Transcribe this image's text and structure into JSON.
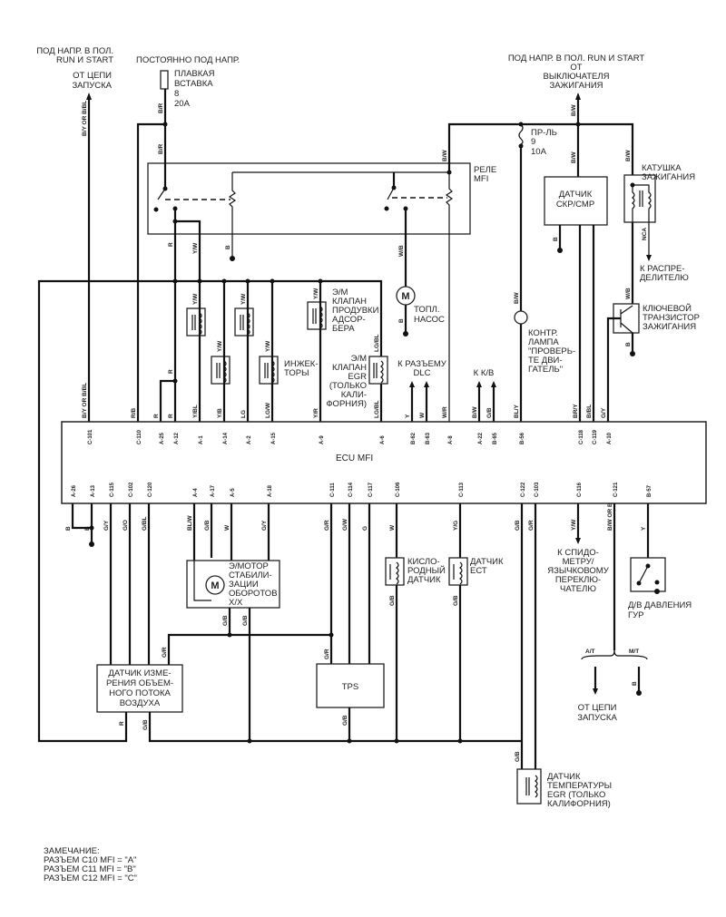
{
  "diagram": {
    "title_ecu": "ECU MFI",
    "relay_label": [
      "РЕЛЕ",
      "MFI"
    ],
    "power_sources": {
      "left_run_start": [
        "ПОД НАПР. В ПОЛ.",
        "RUN И START"
      ],
      "left_from": [
        "ОТ ЦЕПИ",
        "ЗАПУСКА"
      ],
      "constant": "ПОСТОЯННО ПОД НАПР.",
      "fusible_link": [
        "ПЛАВКАЯ",
        "ВСТАВКА",
        "8",
        "20A"
      ],
      "right_run_start": [
        "ПОД НАПР. В ПОЛ. RUN И START",
        "ОТ",
        "ВЫКЛЮЧАТЕЛЯ",
        "ЗАЖИГАНИЯ"
      ],
      "fuse": [
        "ПР-ЛЬ",
        "9",
        "10A"
      ]
    },
    "components": {
      "ckp_cmp": [
        "ДАТЧИК",
        "СКР/СМР"
      ],
      "ignition_coil": [
        "КАТУШКА",
        "ЗАЖИГАНИЯ"
      ],
      "to_distributor": [
        "К РАСПРЕ-",
        "ДЕЛИТЕЛЮ"
      ],
      "transistor": [
        "КЛЮЧЕВОЙ",
        "ТРАНЗИСТОР",
        "ЗАЖИГАНИЯ"
      ],
      "check_lamp": [
        "КОНТР.",
        "ЛАМПА",
        "\"ПРОВЕРЬ-",
        "ТЕ ДВИ-",
        "ГАТЕЛЬ\""
      ],
      "fuel_pump": [
        "ТОПЛ.",
        "НАСОС"
      ],
      "purge_valve": [
        "Э/М",
        "КЛАПАН",
        "ПРОДУВКИ",
        "АДСОР-",
        "БЕРА"
      ],
      "injectors": [
        "ИНЖЕК-",
        "ТОРЫ"
      ],
      "egr_valve": [
        "Э/М",
        "КЛАПАН",
        "EGR",
        "(ТОЛЬКО",
        "КАЛИ-",
        "ФОРНИЯ)"
      ],
      "dlc": [
        "К РАЗЪЕМУ",
        "DLC"
      ],
      "ac": "К К/В",
      "iac_motor": [
        "Э/МОТОР",
        "СТАБИЛИ-",
        "ЗАЦИИ",
        "ОБОРОТОВ",
        "X/X"
      ],
      "o2_sensor": [
        "КИСЛО-",
        "РОДНЫЙ",
        "ДАТЧИК"
      ],
      "ect_sensor": [
        "ДАТЧИК",
        "ЕСТ"
      ],
      "speedometer": [
        "К СПИДО-",
        "МЕТРУ/",
        "ЯЗЫЧКОВОМУ",
        "ПЕРЕКЛЮ-",
        "ЧАТЕЛЮ"
      ],
      "ps_switch": [
        "Д/В ДАВЛЕНИЯ",
        "ГУР"
      ],
      "maf": [
        "ДАТЧИК ИЗМЕ-",
        "РЕНИЯ ОБЪЕМ-",
        "НОГО ПОТОКА",
        "ВОЗДУХА"
      ],
      "tps": "TPS",
      "egr_temp": [
        "ДАТЧИК",
        "ТЕМПЕРАТУРЫ",
        "EGR (ТОЛЬКО",
        "КАЛИФОРНИЯ)"
      ],
      "at": "A/T",
      "mt": "M/T",
      "from_start": [
        "ОТ ЦЕПИ",
        "ЗАПУСКА"
      ],
      "motor_symbol": "M"
    },
    "top_pins": [
      "C-101",
      "C-110",
      "A-25",
      "A-12",
      "A-1",
      "A-14",
      "A-2",
      "A-15",
      "A-9",
      "A-6",
      "B-62",
      "B-63",
      "A-8",
      "A-22",
      "B-65",
      "B-56",
      "C-118",
      "C-119",
      "A-10"
    ],
    "top_wires": [
      "B/Y OR B/BL",
      "R/B",
      "R",
      "R",
      "Y/BL",
      "Y/B",
      "LG",
      "LG/W",
      "Y/R",
      "LG/BL",
      "Y",
      "W",
      "W/R",
      "B/W",
      "G/B",
      "BL/Y",
      "BR/Y",
      "B/BL",
      "G/Y"
    ],
    "bottom_pins": [
      "A-26",
      "A-13",
      "C-115",
      "C-102",
      "C-120",
      "A-4",
      "A-17",
      "A-5",
      "A-18",
      "C-111",
      "C-114",
      "C-117",
      "C-106",
      "C-113",
      "C-122",
      "C-103",
      "C-116",
      "C-121",
      "B-57"
    ],
    "bottom_wires": [
      "B",
      "B",
      "G/Y",
      "G/O",
      "G/BL",
      "BL/W",
      "G/B",
      "W",
      "G/Y",
      "G/R",
      "G/W",
      "G",
      "W",
      "Y/G",
      "G/B",
      "G/R",
      "Y/W",
      "B/W OR B",
      "Y"
    ],
    "misc_wires": {
      "bw": "B/W",
      "br": "B/R",
      "b": "B",
      "yw": "Y/W",
      "bwo": "B/W",
      "nca": "NCA",
      "wb": "W/B",
      "gb": "G/B",
      "gr": "G/R",
      "r": "R",
      "yb": "Y/B"
    },
    "note": [
      "ЗАМЕЧАНИЕ:",
      "РАЗЪЕМ C10 MFI  = \"A\"",
      "РАЗЪЕМ C11 MFI  = \"B\"",
      "РАЗЪЕМ C12 MFI  = \"C\""
    ]
  }
}
